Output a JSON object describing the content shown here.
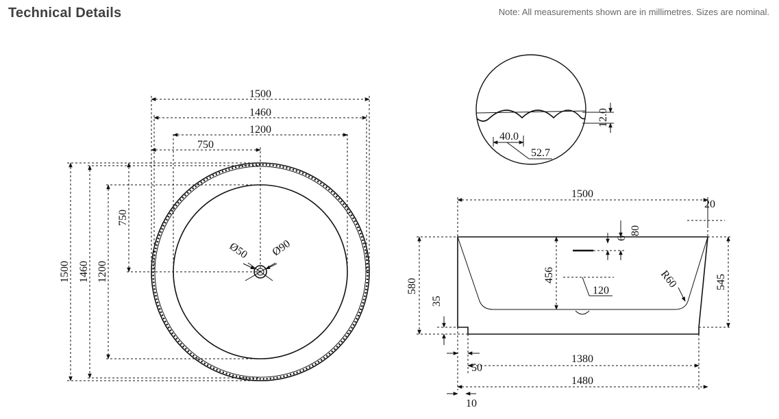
{
  "header": {
    "title": "Technical Details",
    "note": "Note: All measurements shown are in millimetres. Sizes are nominal."
  },
  "plan_view": {
    "dims": {
      "w1500": "1500",
      "w1460": "1460",
      "w1200": "1200",
      "w750": "750",
      "h1500": "1500",
      "h1460": "1460",
      "h1200": "1200",
      "h750": "750",
      "drain50": "Ø50",
      "drain90": "Ø90"
    }
  },
  "detail_view": {
    "dims": {
      "d12": "12.0",
      "d40": "40.0",
      "d527": "52.7"
    }
  },
  "side_view": {
    "dims": {
      "top1500": "1500",
      "edge20": "20",
      "d80": "80",
      "d6": "6",
      "h456": "456",
      "d120": "120",
      "r60": "R60",
      "h580": "580",
      "h545": "545",
      "h35": "35",
      "w1380": "1380",
      "w50": "50",
      "w1480": "1480",
      "w10": "10"
    }
  }
}
